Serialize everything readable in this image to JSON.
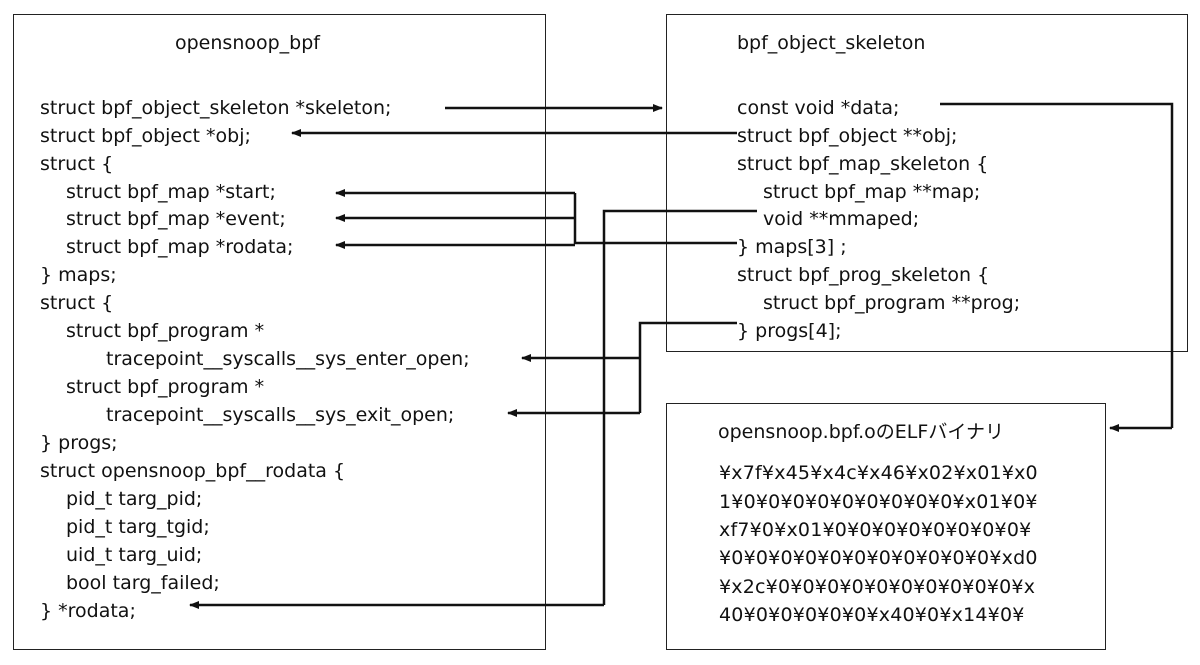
{
  "left_box": {
    "title": "opensnoop_bpf",
    "lines": [
      "struct bpf_object_skeleton *skeleton;",
      "struct bpf_object *obj;",
      "struct {",
      "struct bpf_map *start;",
      "struct bpf_map *event;",
      "struct bpf_map *rodata;",
      "} maps;",
      "struct {",
      "struct bpf_program *",
      "tracepoint__syscalls__sys_enter_open;",
      "struct bpf_program *",
      "tracepoint__syscalls__sys_exit_open;",
      "} progs;",
      "struct opensnoop_bpf__rodata {",
      "pid_t targ_pid;",
      "pid_t targ_tgid;",
      "uid_t targ_uid;",
      "bool targ_failed;",
      "} *rodata;"
    ]
  },
  "skeleton_box": {
    "title": "bpf_object_skeleton",
    "lines": [
      "const void *data;",
      "struct bpf_object **obj;",
      "struct bpf_map_skeleton {",
      "struct bpf_map **map;",
      "void **mmaped;",
      "} maps[3] ;",
      "struct bpf_prog_skeleton {",
      "struct bpf_program **prog;",
      "} progs[4];"
    ]
  },
  "elf_box": {
    "title": "opensnoop.bpf.oのELFバイナリ",
    "hex_lines": [
      "¥x7f¥x45¥x4c¥x46¥x02¥x01¥x0",
      "1¥0¥0¥0¥0¥0¥0¥0¥0¥0¥x01¥0¥",
      "xf7¥0¥x01¥0¥0¥0¥0¥0¥0¥0¥0¥",
      "¥0¥0¥0¥0¥0¥0¥0¥0¥0¥0¥0¥xd0",
      "¥x2c¥0¥0¥0¥0¥0¥0¥0¥0¥0¥0¥x",
      "40¥0¥0¥0¥0¥0¥x40¥0¥x14¥0¥"
    ]
  },
  "colors": {
    "stroke": "#111111",
    "text": "#111111",
    "background": "#ffffff"
  }
}
